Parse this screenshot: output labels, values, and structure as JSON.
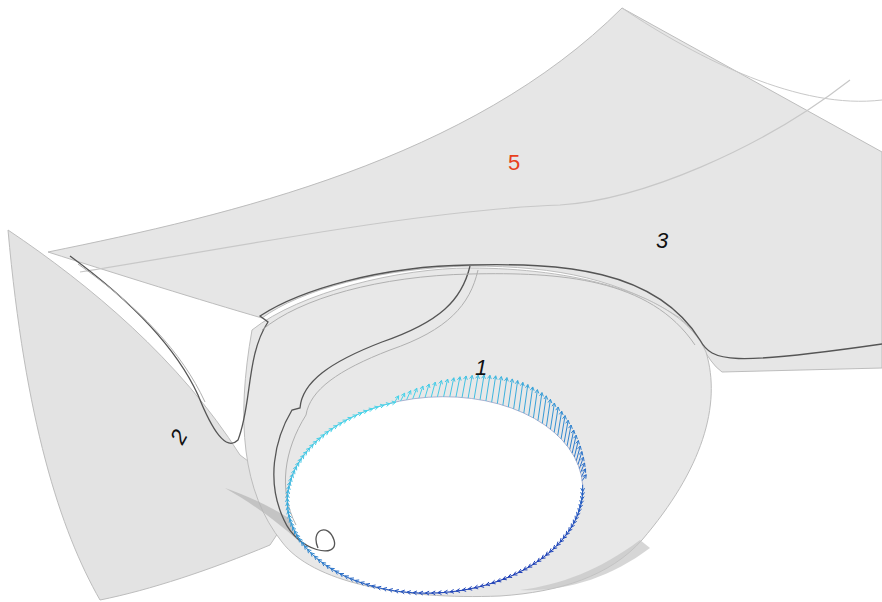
{
  "diagram": {
    "labels": [
      "5",
      "3",
      "1",
      "2"
    ]
  }
}
